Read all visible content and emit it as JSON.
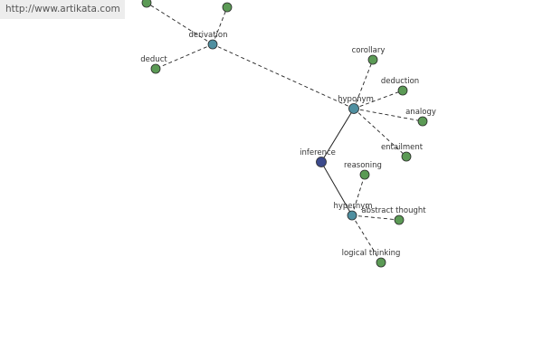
{
  "header": {
    "source_url": "http://www.artikata.com"
  },
  "colors": {
    "word_node": "#5b9a55",
    "relation_node": "#4f8fa0",
    "root_node": "#3c4a8c"
  },
  "graph": {
    "nodes": [
      {
        "id": "inference",
        "label": "inference",
        "kind": "root"
      },
      {
        "id": "hyponym",
        "label": "hyponym",
        "kind": "relation"
      },
      {
        "id": "hypernym",
        "label": "hypernym",
        "kind": "relation"
      },
      {
        "id": "derivation",
        "label": "derivation",
        "kind": "relation"
      },
      {
        "id": "corollary",
        "label": "corollary",
        "kind": "word"
      },
      {
        "id": "deduction",
        "label": "deduction",
        "kind": "word"
      },
      {
        "id": "analogy",
        "label": "analogy",
        "kind": "word"
      },
      {
        "id": "entailment",
        "label": "entailment",
        "kind": "word"
      },
      {
        "id": "reasoning",
        "label": "reasoning",
        "kind": "word"
      },
      {
        "id": "abstract-thought",
        "label": "abstract thought",
        "kind": "word"
      },
      {
        "id": "logical-thinking",
        "label": "logical thinking",
        "kind": "word"
      },
      {
        "id": "deduct",
        "label": "deduct",
        "kind": "word"
      },
      {
        "id": "unlabeled-a",
        "label": "",
        "kind": "word"
      },
      {
        "id": "unlabeled-b",
        "label": "",
        "kind": "word"
      }
    ],
    "edges": [
      {
        "from": "inference",
        "to": "hyponym",
        "style": "solid"
      },
      {
        "from": "inference",
        "to": "hypernym",
        "style": "solid"
      },
      {
        "from": "hyponym",
        "to": "derivation",
        "style": "dashed"
      },
      {
        "from": "hyponym",
        "to": "corollary",
        "style": "dashed"
      },
      {
        "from": "hyponym",
        "to": "deduction",
        "style": "dashed"
      },
      {
        "from": "hyponym",
        "to": "analogy",
        "style": "dashed"
      },
      {
        "from": "hyponym",
        "to": "entailment",
        "style": "dashed"
      },
      {
        "from": "hypernym",
        "to": "reasoning",
        "style": "dashed"
      },
      {
        "from": "hypernym",
        "to": "abstract-thought",
        "style": "dashed"
      },
      {
        "from": "hypernym",
        "to": "logical-thinking",
        "style": "dashed"
      },
      {
        "from": "derivation",
        "to": "deduct",
        "style": "dashed"
      },
      {
        "from": "derivation",
        "to": "unlabeled-a",
        "style": "dashed"
      },
      {
        "from": "derivation",
        "to": "unlabeled-b",
        "style": "dashed"
      }
    ]
  }
}
